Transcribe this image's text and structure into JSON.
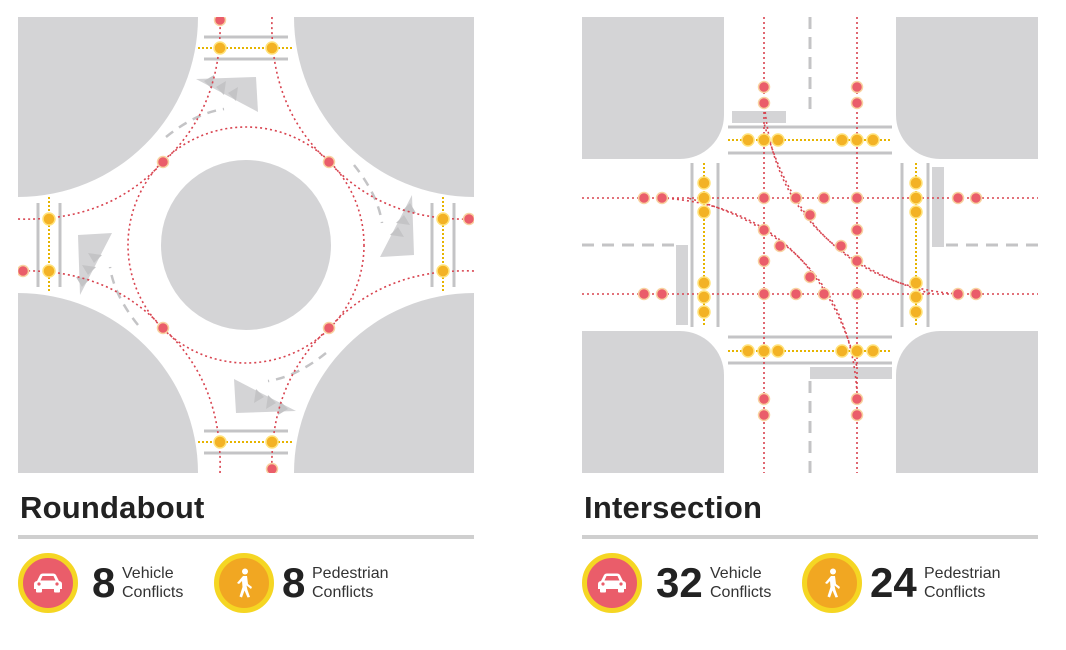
{
  "panels": [
    {
      "title": "Roundabout",
      "vehicle": {
        "count": "8",
        "label": "Vehicle\nConflicts"
      },
      "pedestrian": {
        "count": "8",
        "label": "Pedestrian\nConflicts"
      }
    },
    {
      "title": "Intersection",
      "vehicle": {
        "count": "32",
        "label": "Vehicle\nConflicts"
      },
      "pedestrian": {
        "count": "24",
        "label": "Pedestrian\nConflicts"
      }
    }
  ],
  "icons": {
    "vehicle": "car-icon",
    "pedestrian": "walking-person-icon"
  },
  "colors": {
    "block": "#d4d4d6",
    "marking": "#c4c4c6",
    "vehicle_conflict": "#ea5d6a",
    "pedestrian_conflict": "#f3b225",
    "vehicle_path": "#d8434f",
    "pedestrian_path": "#e6b400",
    "badge_ring": "#f5d623",
    "title_rule": "#cfcfcf"
  }
}
